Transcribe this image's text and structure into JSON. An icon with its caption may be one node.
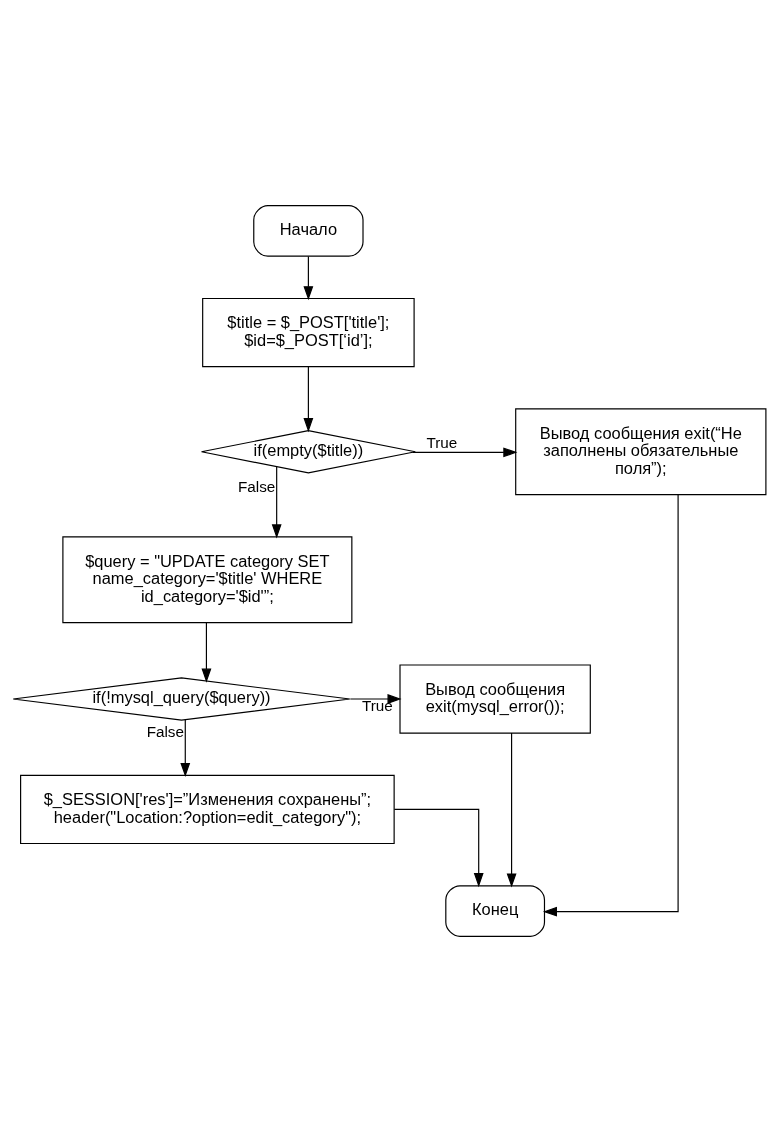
{
  "diagram": {
    "nodes": [
      {
        "text": [
          "Начало"
        ]
      },
      {
        "text": [
          "$title = $_POST['title']; $id=$_POST[‘id’];"
        ]
      },
      {
        "text": [
          "if(empty($title))"
        ]
      },
      {
        "text": [
          "Вывод сообщения exit(“Не заполнены обязательные поля”);"
        ]
      },
      {
        "text": [
          "$query = \"UPDATE category SET name_category='$title' WHERE id_category='$id'”;"
        ]
      },
      {
        "text": [
          "if(!mysql_query($query))"
        ]
      },
      {
        "text": [
          "Вывод сообщения exit(mysql_error());"
        ]
      },
      {
        "text": [
          "$_SESSION['res']=”Изменения сохранены”; header(\"Location:?option=edit_category\");"
        ]
      },
      {
        "text": [
          "Конец"
        ]
      }
    ],
    "edges": [
      {
        "from": 0,
        "to": 1,
        "arrow": "to"
      },
      {
        "from": 1,
        "to": 2,
        "arrow": "to"
      },
      {
        "from": 2,
        "to": 3,
        "arrow": "to",
        "label": "True"
      },
      {
        "from": 2,
        "to": 4,
        "arrow": "to",
        "label": "False"
      },
      {
        "from": 4,
        "to": 5,
        "arrow": "to"
      },
      {
        "from": 5,
        "to": 6,
        "arrow": "to",
        "label": "True"
      },
      {
        "from": 5,
        "to": 7,
        "arrow": "to",
        "label": "False"
      },
      {
        "from": 7,
        "to": 8,
        "arrow": "to"
      },
      {
        "from": 3,
        "to": 8,
        "arrow": "to"
      },
      {
        "from": 6,
        "to": 8,
        "arrow": "to"
      }
    ]
  }
}
